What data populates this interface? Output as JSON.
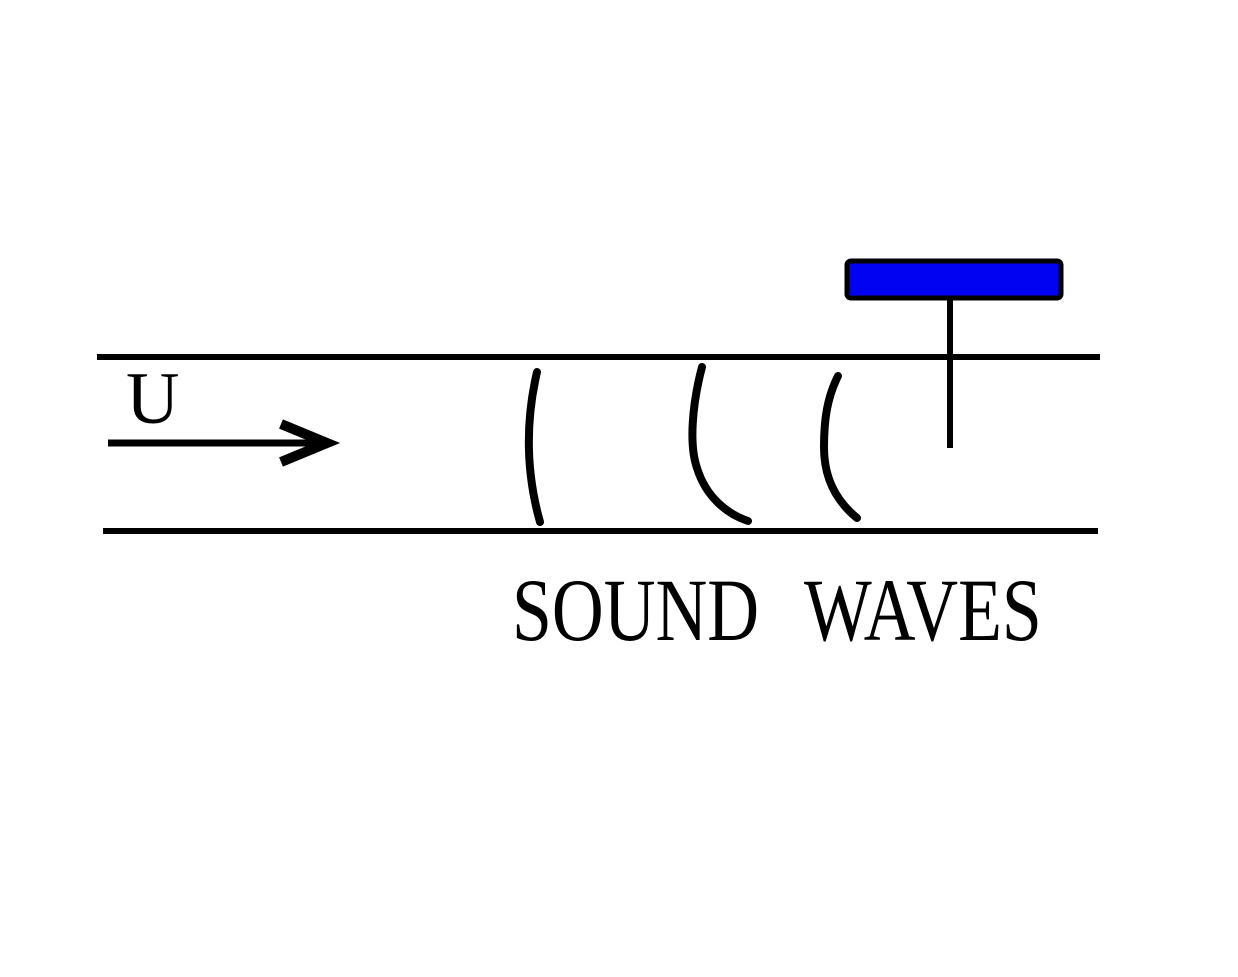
{
  "diagram": {
    "caption": "SOUND WAVES",
    "flow_label": "U",
    "colors": {
      "stroke": "#000000",
      "probe_fill": "#0202f2",
      "background": "#ffffff"
    },
    "elements": {
      "duct": "open duct formed by two horizontal walls",
      "flow": "arrow labelled U pointing right (flow direction)",
      "wavefronts": [
        "wavefront-1",
        "wavefront-2",
        "wavefront-3"
      ],
      "probe": "blue rectangular probe above duct with stem inserted through top wall"
    }
  }
}
